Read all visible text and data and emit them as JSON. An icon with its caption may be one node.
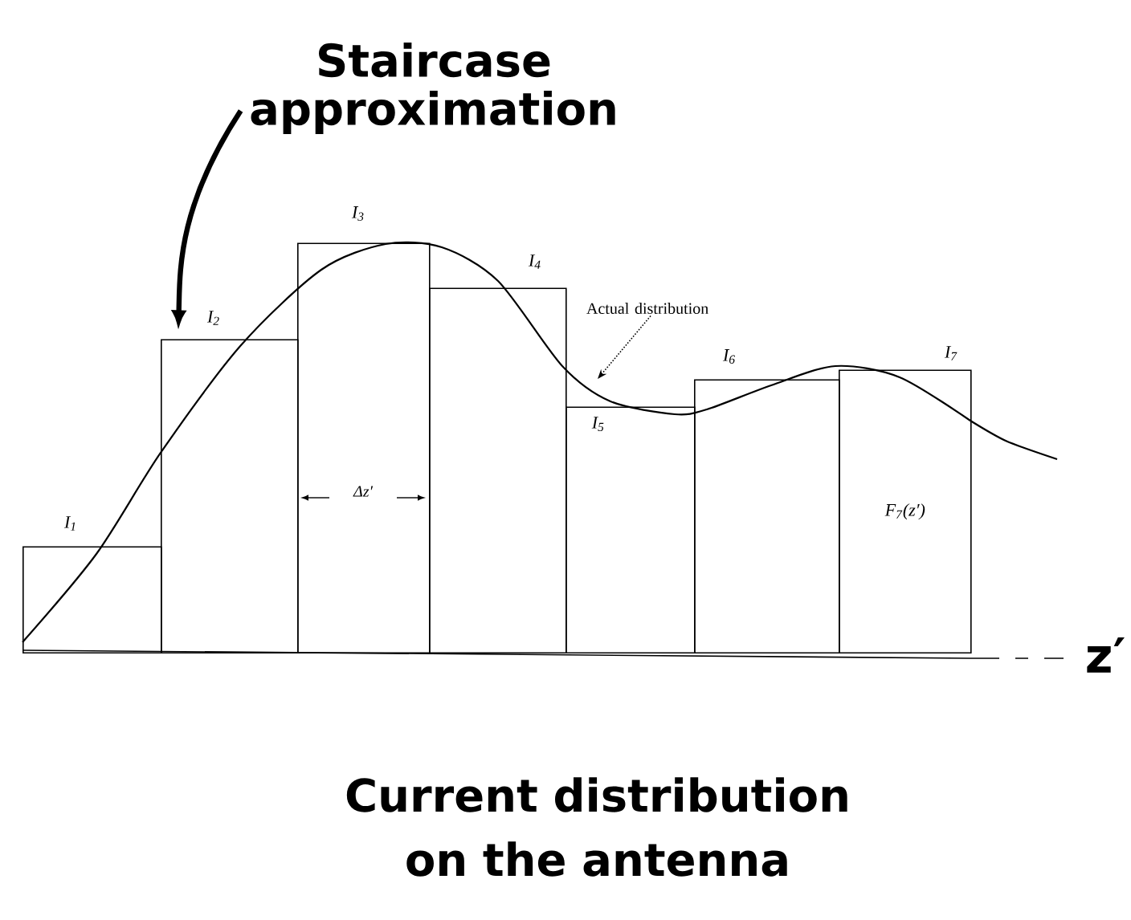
{
  "diagram": {
    "caption": "Current distribution on the antenna",
    "nodes": [
      {
        "text": [
          "Staircase approximation"
        ]
      },
      {
        "text": [
          "Actual distribution"
        ]
      },
      {
        "text": [],
        "shape": "bar",
        "beside": [
          "I$_{1}$"
        ]
      },
      {
        "text": [],
        "shape": "bar",
        "beside": [
          "I$_{2}$"
        ]
      },
      {
        "text": [],
        "shape": "bar",
        "beside": [
          "I$_{3}$"
        ]
      },
      {
        "text": [],
        "shape": "bar",
        "beside": [
          "I$_{4}$"
        ]
      },
      {
        "text": [
          "I$_{5}$"
        ]
      },
      {
        "text": [],
        "shape": "bar",
        "beside": [
          "I$_{6}$"
        ]
      },
      {
        "text": [
          "F$_{7}$(z′)"
        ],
        "beside": [
          "I$_{7}$"
        ]
      }
    ],
    "edges": [
      {
        "from": 0,
        "to": 3,
        "arrow": "to",
        "style": "thick"
      },
      {
        "from": 1,
        "to": null,
        "arrow": "to",
        "style": "dashed"
      }
    ],
    "labels": [
      "Δz′",
      "z′"
    ]
  }
}
